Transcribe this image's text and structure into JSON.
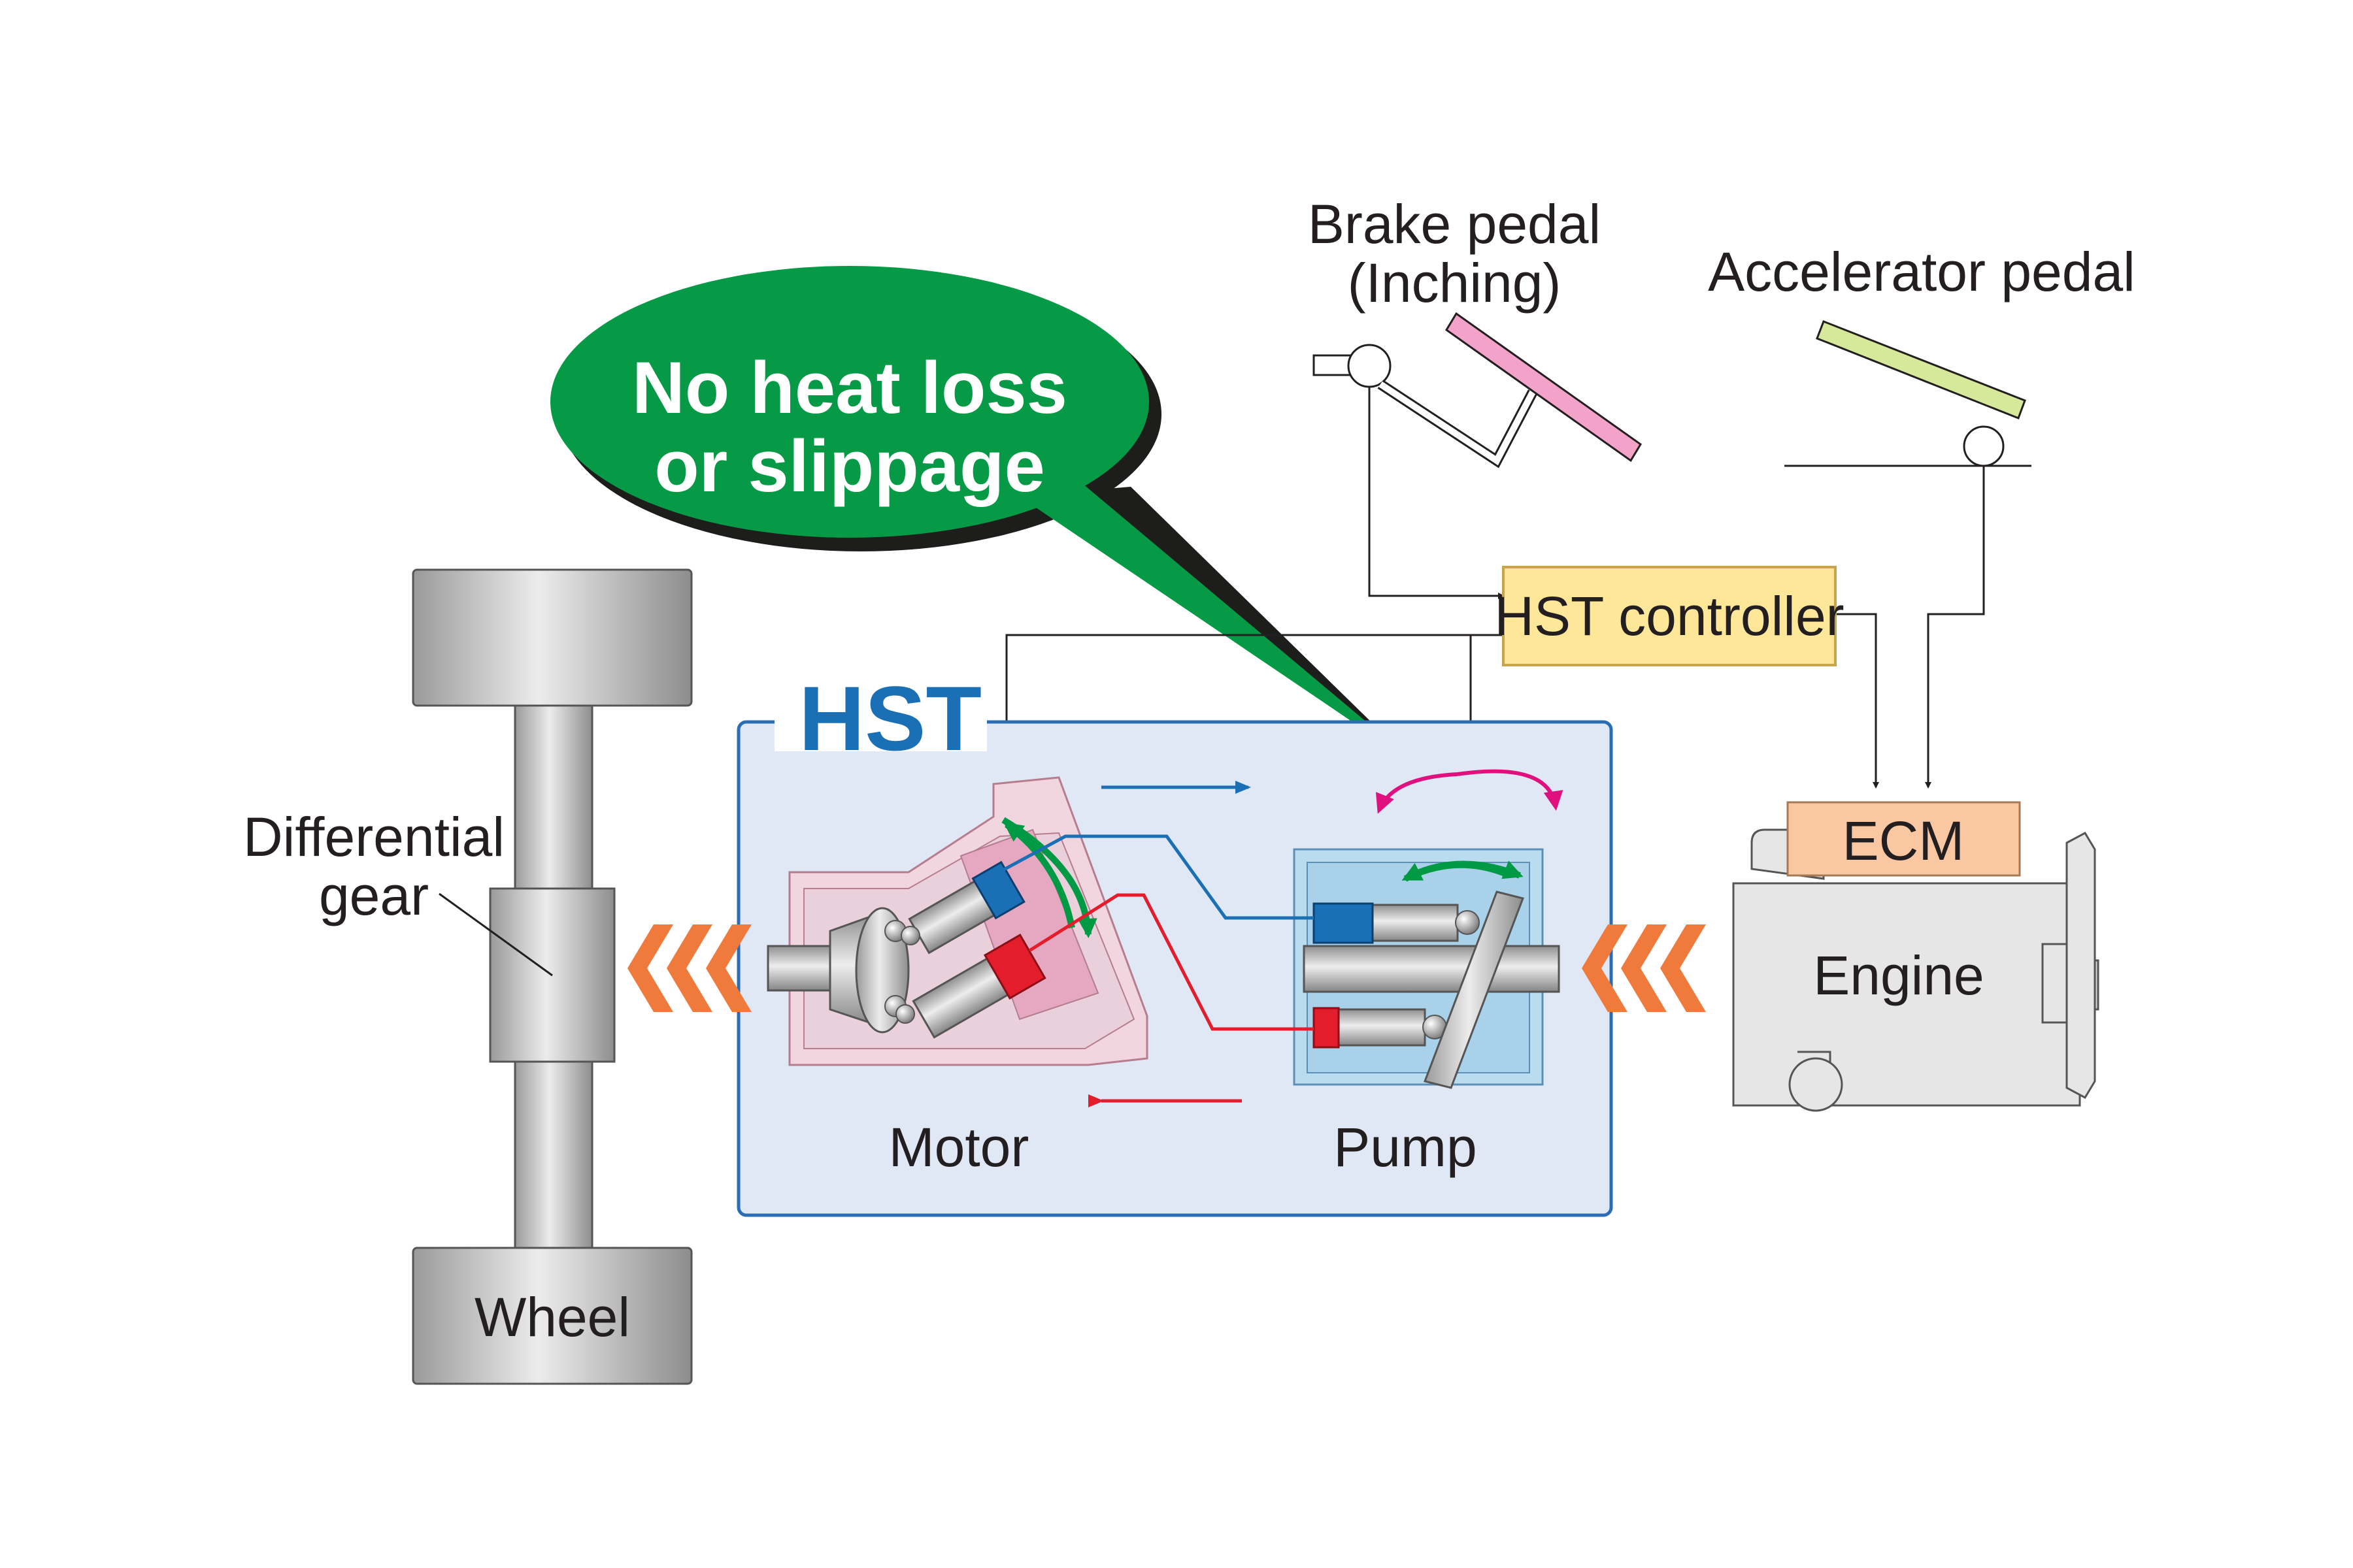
{
  "callout": {
    "line1": "No heat loss",
    "line2": "or slippage",
    "color": "#079a46"
  },
  "labels": {
    "brake_pedal_line1": "Brake pedal",
    "brake_pedal_line2": "(Inching)",
    "accelerator_pedal": "Accelerator pedal",
    "hst_controller": "HST controller",
    "hst": "HST",
    "differential_line1": "Differential",
    "differential_line2": "gear",
    "motor": "Motor",
    "pump": "Pump",
    "ecm": "ECM",
    "engine": "Engine",
    "wheel": "Wheel"
  },
  "colors": {
    "hst_box_fill": "#e1e8f5",
    "hst_box_stroke": "#2a6db5",
    "controller_fill": "#ffe799",
    "ecm_fill": "#f9c8a2",
    "motor_fill": "#f1d5df",
    "pump_fill": "#b9dcef",
    "brake_pedal": "#f3a3c9",
    "accelerator_pedal": "#d6e99a",
    "chevron": "#ef7a3c",
    "high_pressure_line": "#1a6fb5",
    "low_pressure_line": "#e31d2b",
    "tilt_arrow": "#009944",
    "magenta_arrow": "#e0117f"
  }
}
